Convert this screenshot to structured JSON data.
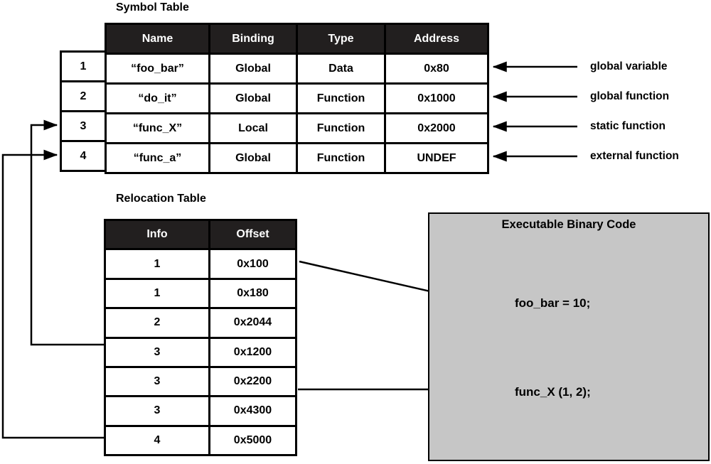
{
  "symbol_table": {
    "title": "Symbol Table",
    "headers": {
      "name": "Name",
      "binding": "Binding",
      "type": "Type",
      "address": "Address"
    },
    "rows": [
      {
        "index": "1",
        "name": "“foo_bar”",
        "binding": "Global",
        "type": "Data",
        "address": "0x80",
        "annotation": "global variable"
      },
      {
        "index": "2",
        "name": "“do_it”",
        "binding": "Global",
        "type": "Function",
        "address": "0x1000",
        "annotation": "global function"
      },
      {
        "index": "3",
        "name": "“func_X”",
        "binding": "Local",
        "type": "Function",
        "address": "0x2000",
        "annotation": "static function"
      },
      {
        "index": "4",
        "name": "“func_a”",
        "binding": "Global",
        "type": "Function",
        "address": "UNDEF",
        "annotation": "external function"
      }
    ]
  },
  "relocation_table": {
    "title": "Relocation Table",
    "headers": {
      "info": "Info",
      "offset": "Offset"
    },
    "rows": [
      [
        "1",
        "0x100"
      ],
      [
        "1",
        "0x180"
      ],
      [
        "2",
        "0x2044"
      ],
      [
        "3",
        "0x1200"
      ],
      [
        "3",
        "0x2200"
      ],
      [
        "3",
        "0x4300"
      ],
      [
        "4",
        "0x5000"
      ]
    ]
  },
  "executable_box": {
    "title": "Executable Binary Code",
    "lines": [
      "foo_bar = 10;",
      "func_X (1, 2);"
    ]
  },
  "colors": {
    "table_header_bg": "#221f1f",
    "table_header_text": "#ffffff",
    "executable_box_bg": "#c6c6c6",
    "line_color": "#000000",
    "background": "#ffffff"
  }
}
